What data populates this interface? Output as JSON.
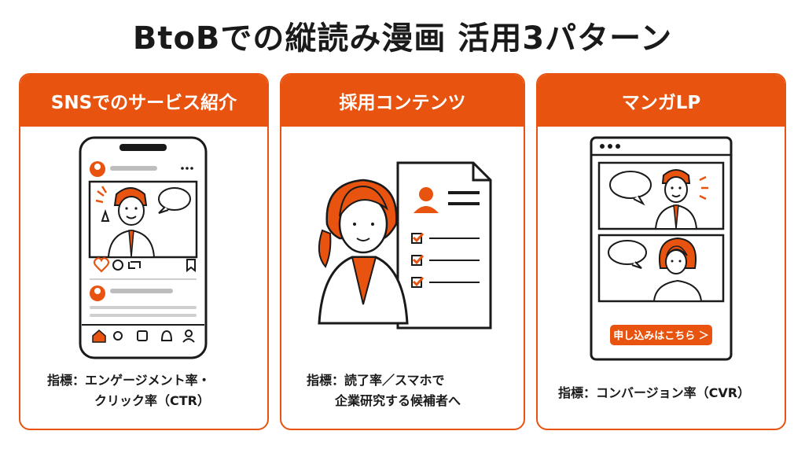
{
  "title": "BtoBでの縦読み漫画 活用3パターン",
  "accent_color": "#e8540f",
  "cards": [
    {
      "header": "SNSでのサービス紹介",
      "illustration": "smartphone-social-post",
      "metric_line1": "指標：エンゲージメント率・",
      "metric_line2": "クリック率（CTR）"
    },
    {
      "header": "採用コンテンツ",
      "illustration": "woman-with-resume-checklist",
      "metric_line1": "指標：読了率／スマホで",
      "metric_line2": "企業研究する候補者へ"
    },
    {
      "header": "マンガLP",
      "illustration": "browser-manga-landing-page",
      "cta_label": "申し込みはこちら ＞",
      "metric_line1": "指標：コンバージョン率（CVR）"
    }
  ]
}
